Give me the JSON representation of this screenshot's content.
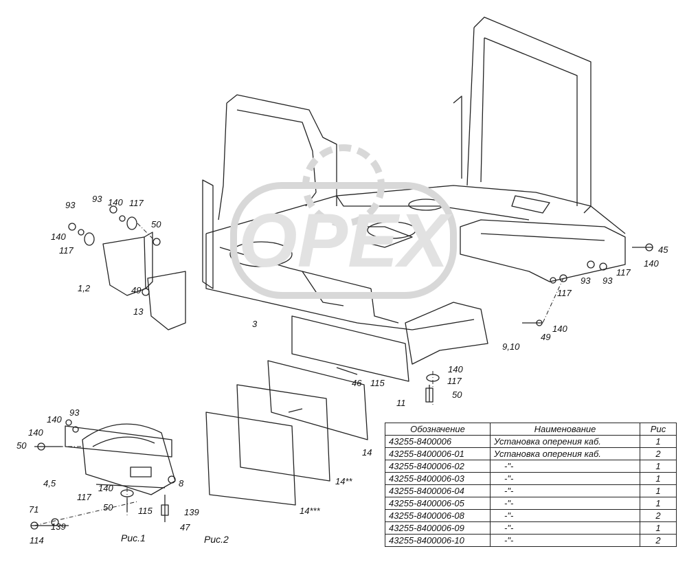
{
  "watermark": {
    "text": "OPEX"
  },
  "figure_captions": {
    "fig1": "Рис.1",
    "fig2": "Рис.2"
  },
  "callouts": {
    "c93_a": "93",
    "c93_b": "93",
    "c140_a": "140",
    "c117_a": "117",
    "c140_b": "140",
    "c117_b": "117",
    "c50_a": "50",
    "c1_2": "1,2",
    "c49_a": "49",
    "c13": "13",
    "c3": "3",
    "c45": "45",
    "c140_c": "140",
    "c93_c": "93",
    "c93_d": "93",
    "c117_c": "117",
    "c117_d": "117",
    "c49_b": "49",
    "c140_d": "140",
    "c9_10": "9,10",
    "c46": "46",
    "c115_a": "115",
    "c140_e": "140",
    "c117_e": "117",
    "c50_b": "50",
    "c11": "11",
    "c14": "14",
    "c14_2": "14**",
    "c14_3": "14***",
    "c140_f": "140",
    "c93_e": "93",
    "c140_g": "140",
    "c50_c": "50",
    "c4_5": "4,5",
    "c8": "8",
    "c140_h": "140",
    "c117_f": "117",
    "c50_d": "50",
    "c115_b": "115",
    "c139_a": "139",
    "c71": "71",
    "c139_b": "139",
    "c114": "114",
    "c47": "47"
  },
  "table": {
    "headers": [
      "Обозначение",
      "Наименование",
      "Рис"
    ],
    "rows": [
      [
        "43255-8400006",
        "Установка оперения каб.",
        "1"
      ],
      [
        "43255-8400006-01",
        "Установка оперения каб.",
        "2"
      ],
      [
        "43255-8400006-02",
        "-\"-",
        "1"
      ],
      [
        "43255-8400006-03",
        "-\"-",
        "1"
      ],
      [
        "43255-8400006-04",
        "-\"-",
        "1"
      ],
      [
        "43255-8400006-05",
        "-\"-",
        "1"
      ],
      [
        "43255-8400006-08",
        "-\"-",
        "2"
      ],
      [
        "43255-8400006-09",
        "-\"-",
        "1"
      ],
      [
        "43255-8400006-10",
        "-\"-",
        "2"
      ]
    ]
  }
}
